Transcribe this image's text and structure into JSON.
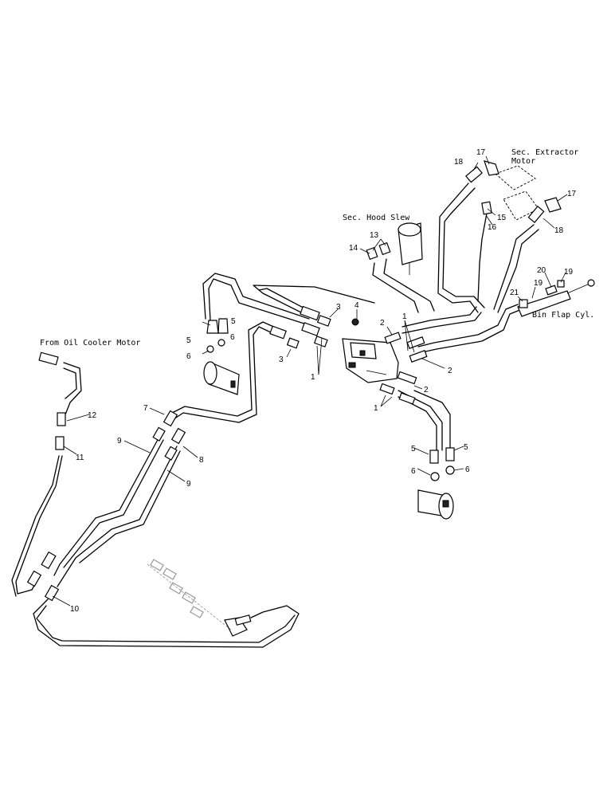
{
  "captions": {
    "oil_cooler": "From Oil Cooler Motor",
    "extractor_line1": "Sec. Extractor",
    "extractor_line2": "Motor",
    "hood_slew": "Sec. Hood Slew",
    "bin_flap": "Bin Flap Cyl."
  },
  "callouts": {
    "c1a": "1",
    "c1b": "1",
    "c1c": "1",
    "c2a": "2",
    "c2b": "2",
    "c2c": "2",
    "c3a": "3",
    "c3b": "3",
    "c4": "4",
    "c5a": "5",
    "c5b": "5",
    "c5c": "5",
    "c5d": "5",
    "c6a": "6",
    "c6b": "6",
    "c6c": "6",
    "c6d": "6",
    "c7": "7",
    "c8": "8",
    "c9a": "9",
    "c9b": "9",
    "c10": "10",
    "c11": "11",
    "c12": "12",
    "c13": "13",
    "c14": "14",
    "c15": "15",
    "c16": "16",
    "c17a": "17",
    "c17b": "17",
    "c18a": "18",
    "c18b": "18",
    "c19a": "19",
    "c19b": "19",
    "c20": "20",
    "c21": "21"
  }
}
